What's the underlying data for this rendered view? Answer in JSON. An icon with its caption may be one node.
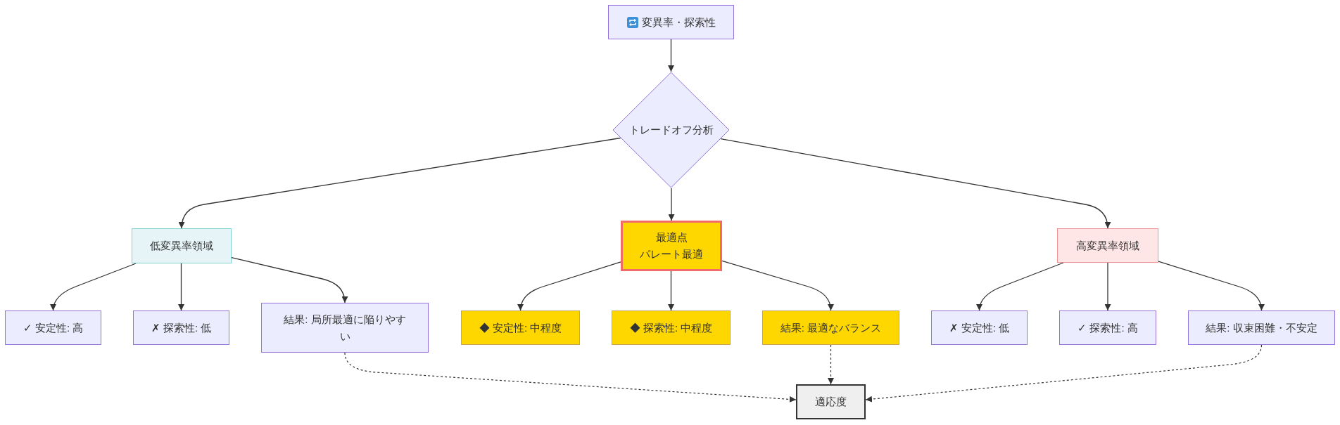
{
  "diagram": {
    "nodes": [
      {
        "text": [
          "変異率・探索性"
        ]
      },
      {
        "text": [
          "トレードオフ分析"
        ]
      },
      {
        "text": [
          "低変異率領域"
        ]
      },
      {
        "text": [
          "最適点",
          "パレート最適"
        ]
      },
      {
        "text": [
          "高変異率領域"
        ]
      },
      {
        "text": [
          "✓ 安定性: 高"
        ]
      },
      {
        "text": [
          "✗ 探索性: 低"
        ]
      },
      {
        "text": [
          "結果: 局所最適に陥りやすい"
        ]
      },
      {
        "text": [
          "◆ 安定性: 中程度"
        ]
      },
      {
        "text": [
          "◆ 探索性: 中程度"
        ]
      },
      {
        "text": [
          "結果: 最適なバランス"
        ]
      },
      {
        "text": [
          "✗ 安定性: 低"
        ]
      },
      {
        "text": [
          "✓ 探索性: 高"
        ]
      },
      {
        "text": [
          "結果: 収束困難・不安定"
        ]
      },
      {
        "text": [
          "適応度"
        ]
      }
    ],
    "edges": [
      {
        "from": 0,
        "to": 1,
        "arrow": "to"
      },
      {
        "from": 1,
        "to": 2,
        "arrow": "to"
      },
      {
        "from": 1,
        "to": 3,
        "arrow": "to"
      },
      {
        "from": 1,
        "to": 4,
        "arrow": "to"
      },
      {
        "from": 2,
        "to": 5,
        "arrow": "to"
      },
      {
        "from": 2,
        "to": 6,
        "arrow": "to"
      },
      {
        "from": 2,
        "to": 7,
        "arrow": "to"
      },
      {
        "from": 3,
        "to": 8,
        "arrow": "to"
      },
      {
        "from": 3,
        "to": 9,
        "arrow": "to"
      },
      {
        "from": 3,
        "to": 10,
        "arrow": "to"
      },
      {
        "from": 4,
        "to": 11,
        "arrow": "to"
      },
      {
        "from": 4,
        "to": 12,
        "arrow": "to"
      },
      {
        "from": 4,
        "to": 13,
        "arrow": "to"
      },
      {
        "from": 7,
        "to": 14,
        "arrow": "to",
        "style": "dashed"
      },
      {
        "from": 10,
        "to": 14,
        "arrow": "to",
        "style": "dashed"
      },
      {
        "from": 13,
        "to": 14,
        "arrow": "to",
        "style": "dashed"
      }
    ]
  }
}
